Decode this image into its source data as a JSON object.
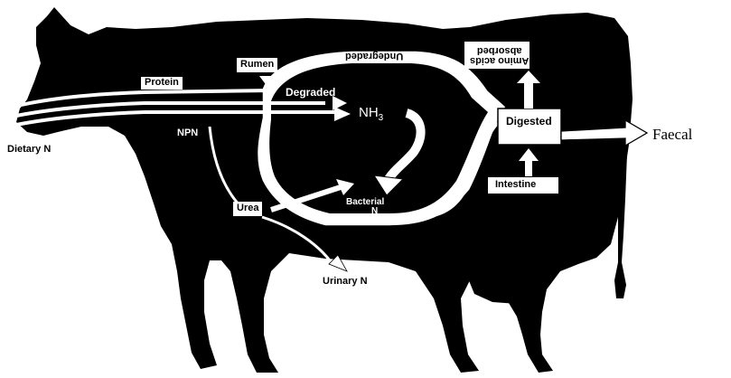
{
  "diagram": {
    "labels": {
      "dietary_n": "Dietary N",
      "protein": "Protein",
      "rumen": "Rumen",
      "undegraded": "Undegraded",
      "degraded": "Degraded",
      "nh3": "NH3",
      "npn": "NPN",
      "amino_acids_line1": "Amino acids",
      "amino_acids_line2": "absorbed",
      "digested": "Digested",
      "faecal": "Faecal",
      "intestine": "Intestine",
      "bacterial_line1": "Bacterial",
      "bacterial_line2": "N",
      "urea": "Urea",
      "urinary_n": "Urinary N"
    },
    "colors": {
      "cow": "#000000",
      "flow": "#ffffff",
      "background": "#ffffff"
    }
  }
}
